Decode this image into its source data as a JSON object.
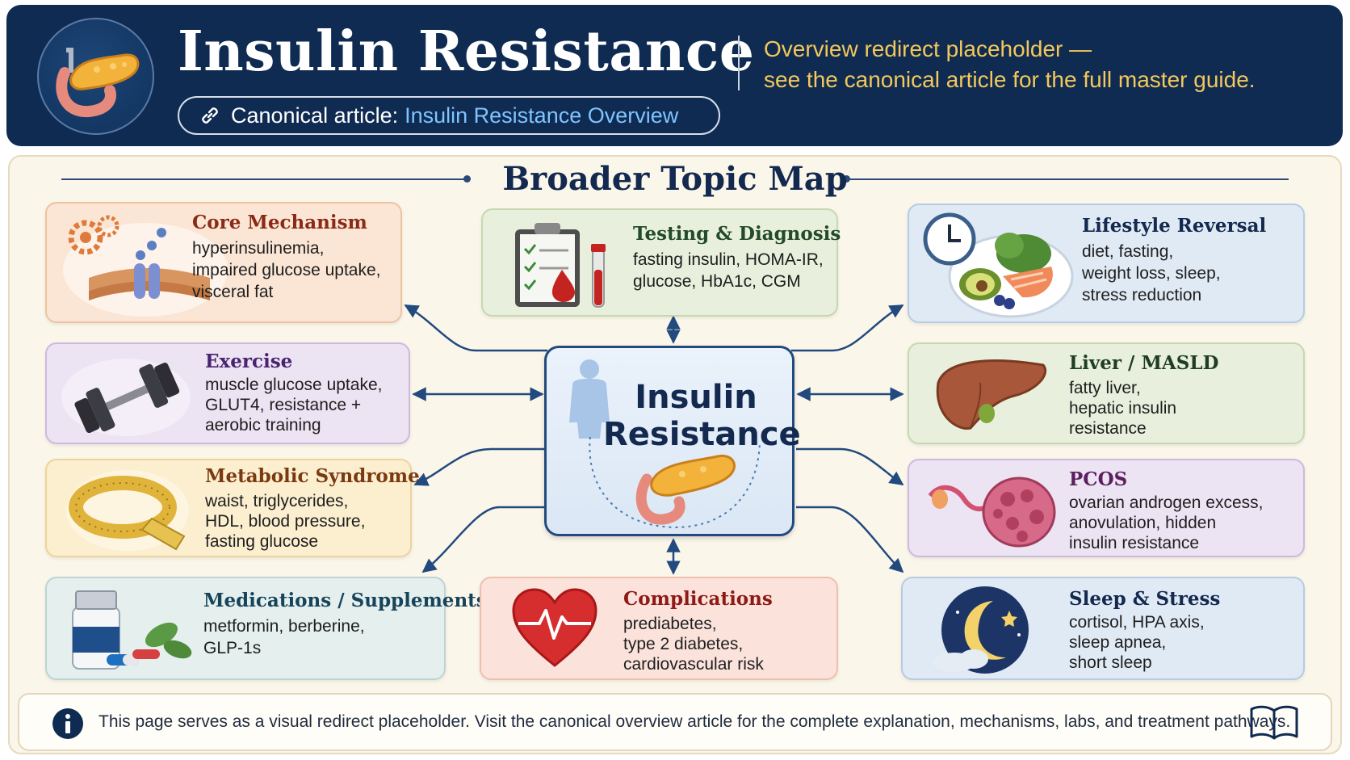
{
  "header": {
    "title": "Insulin Resistance",
    "canonical_prefix": "Canonical article:",
    "canonical_link": "Insulin Resistance Overview",
    "note_line1": "Overview redirect placeholder —",
    "note_line2": "see the canonical article for the full master guide."
  },
  "map": {
    "title": "Broader Topic Map",
    "center": "Insulin\nResistance"
  },
  "topics": {
    "core": {
      "title": "Core Mechanism",
      "body": "hyperinsulinemia,\nimpaired glucose uptake,\nvisceral fat",
      "color": "#8b2a16"
    },
    "testing": {
      "title": "Testing & Diagnosis",
      "body": "fasting insulin, HOMA-IR,\nglucose, HbA1c, CGM",
      "color": "#234a2a"
    },
    "lifestyle": {
      "title": "Lifestyle Reversal",
      "body": "diet, fasting,\nweight loss, sleep,\nstress reduction",
      "color": "#13294f"
    },
    "exercise": {
      "title": "Exercise",
      "body": "muscle glucose uptake,\nGLUT4, resistance +\naerobic training",
      "color": "#4a2370"
    },
    "liver": {
      "title": "Liver / MASLD",
      "body": "fatty liver,\nhepatic insulin\nresistance",
      "color": "#1f3d22"
    },
    "metabolic": {
      "title": "Metabolic Syndrome",
      "body": "waist, triglycerides,\nHDL, blood pressure,\nfasting glucose",
      "color": "#7a3a10"
    },
    "pcos": {
      "title": "PCOS",
      "body": "ovarian androgen excess,\nanovulation, hidden\ninsulin resistance",
      "color": "#5a1f5e"
    },
    "meds": {
      "title": "Medications / Supplements",
      "body": "metformin, berberine,\nGLP-1s",
      "color": "#17445a"
    },
    "comp": {
      "title": "Complications",
      "body": "prediabetes,\ntype 2 diabetes,\ncardiovascular risk",
      "color": "#8e1a16"
    },
    "sleep": {
      "title": "Sleep & Stress",
      "body": "cortisol, HPA axis,\nsleep apnea,\nshort sleep",
      "color": "#13294f"
    }
  },
  "footer": {
    "text": "This page serves as a visual redirect placeholder. Visit the canonical overview article for the complete explanation, mechanisms, labs, and treatment pathways."
  },
  "icons": [
    "pancreas-icon",
    "link-icon",
    "info-icon",
    "book-icon"
  ]
}
